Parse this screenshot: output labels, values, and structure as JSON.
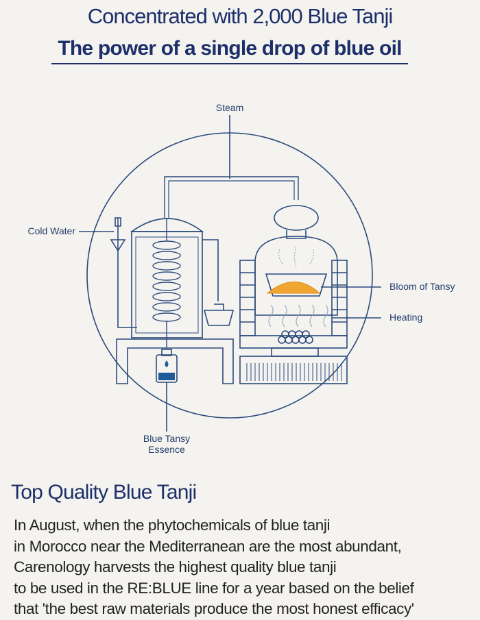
{
  "header": {
    "title": "Concentrated with 2,000 Blue Tanji",
    "subtitle": "The power of a single drop of blue oil"
  },
  "diagram": {
    "labels": {
      "steam": "Steam",
      "cold_water": "Cold Water",
      "bloom": "Bloom of Tansy",
      "heating": "Heating",
      "essence_line1": "Blue Tansy",
      "essence_line2": "Essence"
    },
    "colors": {
      "line": "#2b4a7d",
      "bloom": "#f0a630",
      "essence": "#1f5a99"
    }
  },
  "section": {
    "title": "Top Quality Blue Tanji",
    "lines": [
      "In August, when the phytochemicals of blue tanji",
      "in Morocco near the Mediterranean are the most abundant,",
      "Carenology harvests the highest quality blue tanji",
      "to be used in the RE:BLUE line for a year based on the belief",
      " that 'the best raw materials produce the most honest efficacy'"
    ]
  }
}
